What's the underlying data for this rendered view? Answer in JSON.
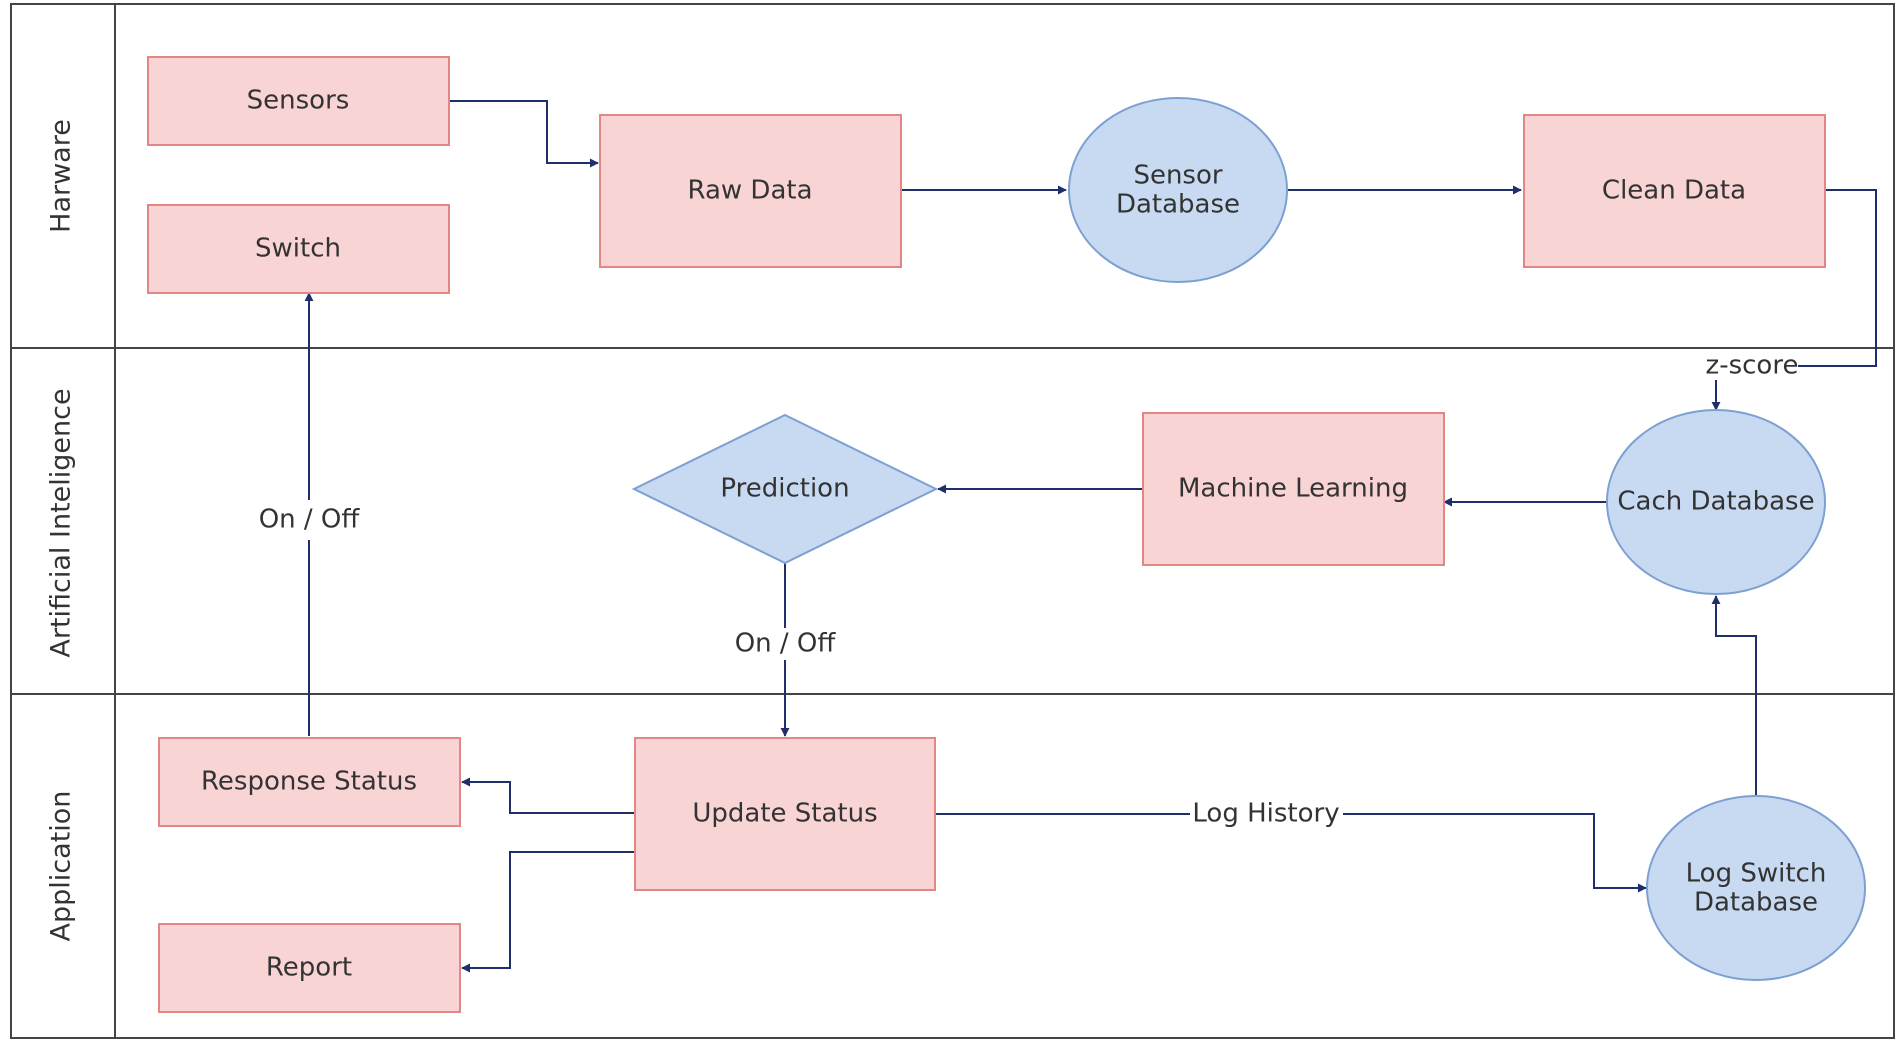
{
  "lanes": {
    "hardware": "Harware",
    "ai": "Artificial Inteligence",
    "application": "Application"
  },
  "nodes": {
    "sensors": "Sensors",
    "switch": "Switch",
    "raw_data": "Raw Data",
    "sensor_db_line1": "Sensor",
    "sensor_db_line2": "Database",
    "clean_data": "Clean Data",
    "prediction": "Prediction",
    "machine_learning": "Machine Learning",
    "cach_database": "Cach Database",
    "response_status": "Response Status",
    "update_status": "Update Status",
    "report": "Report",
    "log_switch_db_line1": "Log Switch",
    "log_switch_db_line2": "Database"
  },
  "edge_labels": {
    "z_score": "z-score",
    "on_off_switch": "On / Off",
    "on_off_prediction": "On / Off",
    "log_history": "Log History"
  },
  "colors": {
    "process_fill": "#f9d4d4",
    "process_stroke": "#e38686",
    "store_fill": "#c8daf2",
    "store_stroke": "#7da0d3",
    "arrow": "#1f2f6b"
  }
}
